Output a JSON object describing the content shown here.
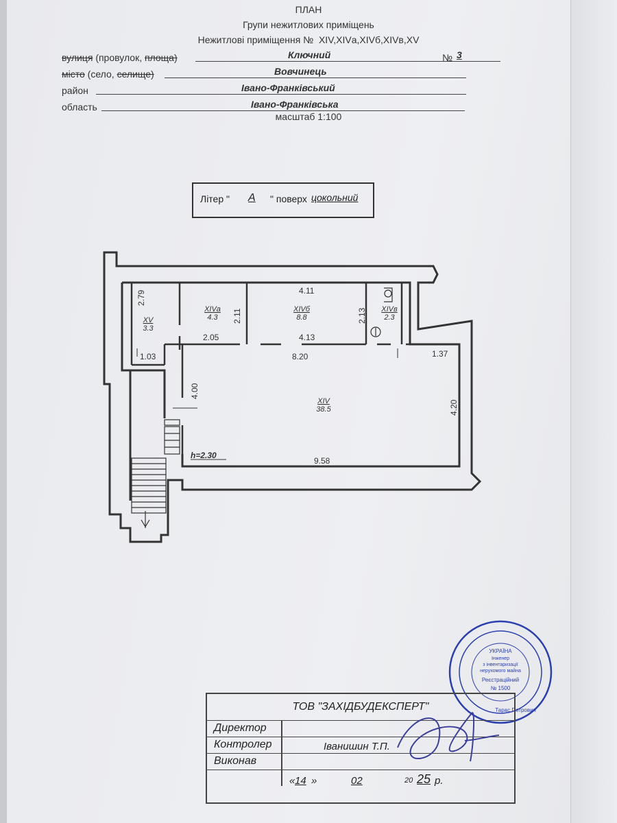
{
  "header": {
    "title": "ПЛАН",
    "subtitle": "Групи нежитлових приміщень",
    "premises_label": "Нежитлові приміщення №",
    "premises_value": "XIV,XIVа,XIVб,XIVв,XV"
  },
  "address": {
    "street_label_strike1": "вулиця",
    "street_label_mid": "(провулок,",
    "street_label_strike2": "площа)",
    "street_value": "Ключний",
    "number_label": "№",
    "number_value": "3",
    "city_label_strike1": "місто",
    "city_label_mid": "(село,",
    "city_label_strike2": "селище)",
    "city_value": "Вовчинець",
    "district_label": "район",
    "district_value": "Івано-Франківський",
    "region_label": "область",
    "region_value": "Івано-Франківська",
    "scale": "масштаб 1:100"
  },
  "liter": {
    "prefix": "Літер \"",
    "value": "А",
    "suffix": "\" поверх",
    "floor": "цокольний"
  },
  "plan": {
    "rooms": [
      {
        "id": "XV",
        "area": "3.3"
      },
      {
        "id": "XIVа",
        "area": "4.3"
      },
      {
        "id": "XIVб",
        "area": "8.8"
      },
      {
        "id": "XIVв",
        "area": "2.3"
      },
      {
        "id": "XIV",
        "area": "38.5"
      }
    ],
    "dims": {
      "d_279": "2.79",
      "d_211": "2.11",
      "d_411": "4.11",
      "d_213": "2.13",
      "d_205": "2.05",
      "d_413": "4.13",
      "d_820": "8.20",
      "d_103": "1.03",
      "d_137": "1.37",
      "d_400": "4.00",
      "d_420": "4.20",
      "d_958": "9.58",
      "height": "h=2.30"
    }
  },
  "titleblock": {
    "company": "ТОВ \"ЗАХІДБУДЕКСПЕРТ\"",
    "role_director": "Директор",
    "role_controller": "Контролер",
    "role_executor": "Виконав",
    "controller_name": "Іванишин Т.П.",
    "date_day": "14",
    "date_month": "02",
    "date_year_prefix": "20",
    "date_year_suffix": "25",
    "date_unit": "р."
  },
  "stamp": {
    "text1": "УКРАЇНА",
    "text2": "Інженер",
    "text3": "з інвентаризації",
    "text4": "нерухомого майна",
    "text5": "Реєстраційний",
    "text6": "№ 1500",
    "text7": "Тарас Петрович"
  },
  "colors": {
    "ink": "#333333",
    "stamp": "#2a3fb0",
    "signature": "#3a3f9a"
  }
}
